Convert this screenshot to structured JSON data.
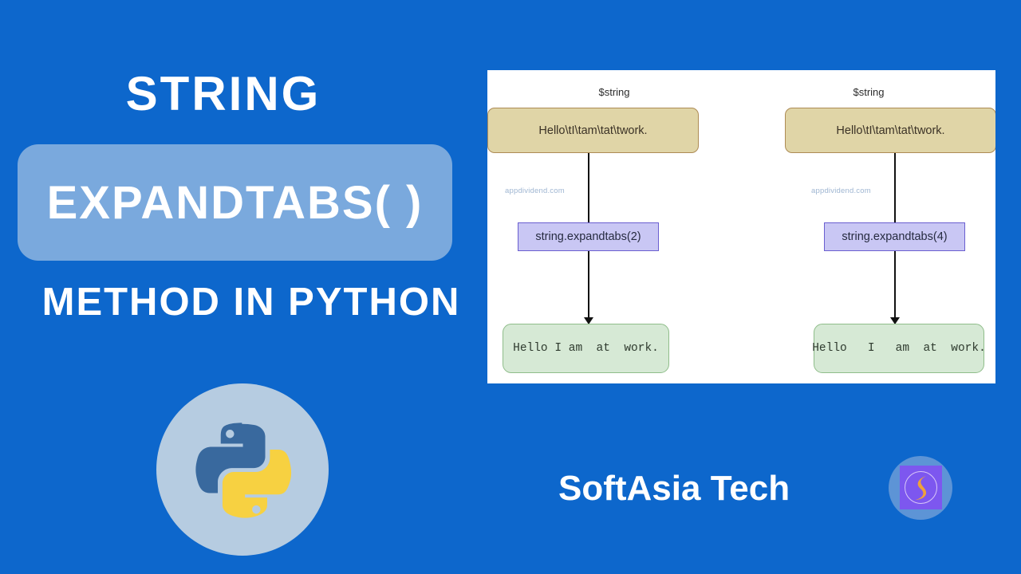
{
  "theme": {
    "background": "#0d67cc",
    "band": "#7aa9dd",
    "panel": "#ffffff",
    "input_box": "#e0d5a7",
    "call_box": "#c9c7f4",
    "output_box": "#d6e9d5"
  },
  "title": {
    "line1": "STRING",
    "highlight": "EXPANDTABS( )",
    "line2": "METHOD IN PYTHON"
  },
  "logo": {
    "python_icon": "python-logo-icon"
  },
  "brand": {
    "name": "SoftAsia Tech",
    "mark_icon": "softasia-s-logo-icon"
  },
  "diagram": {
    "watermark": "appdividend.com",
    "columns": [
      {
        "heading": "$string",
        "input": "Hello\\tI\\tam\\tat\\twork.",
        "call": "string.expandtabs(2)",
        "output": "Hello I am  at  work."
      },
      {
        "heading": "$string",
        "input": "Hello\\tI\\tam\\tat\\twork.",
        "call": "string.expandtabs(4)",
        "output": "Hello   I   am  at  work."
      }
    ]
  }
}
